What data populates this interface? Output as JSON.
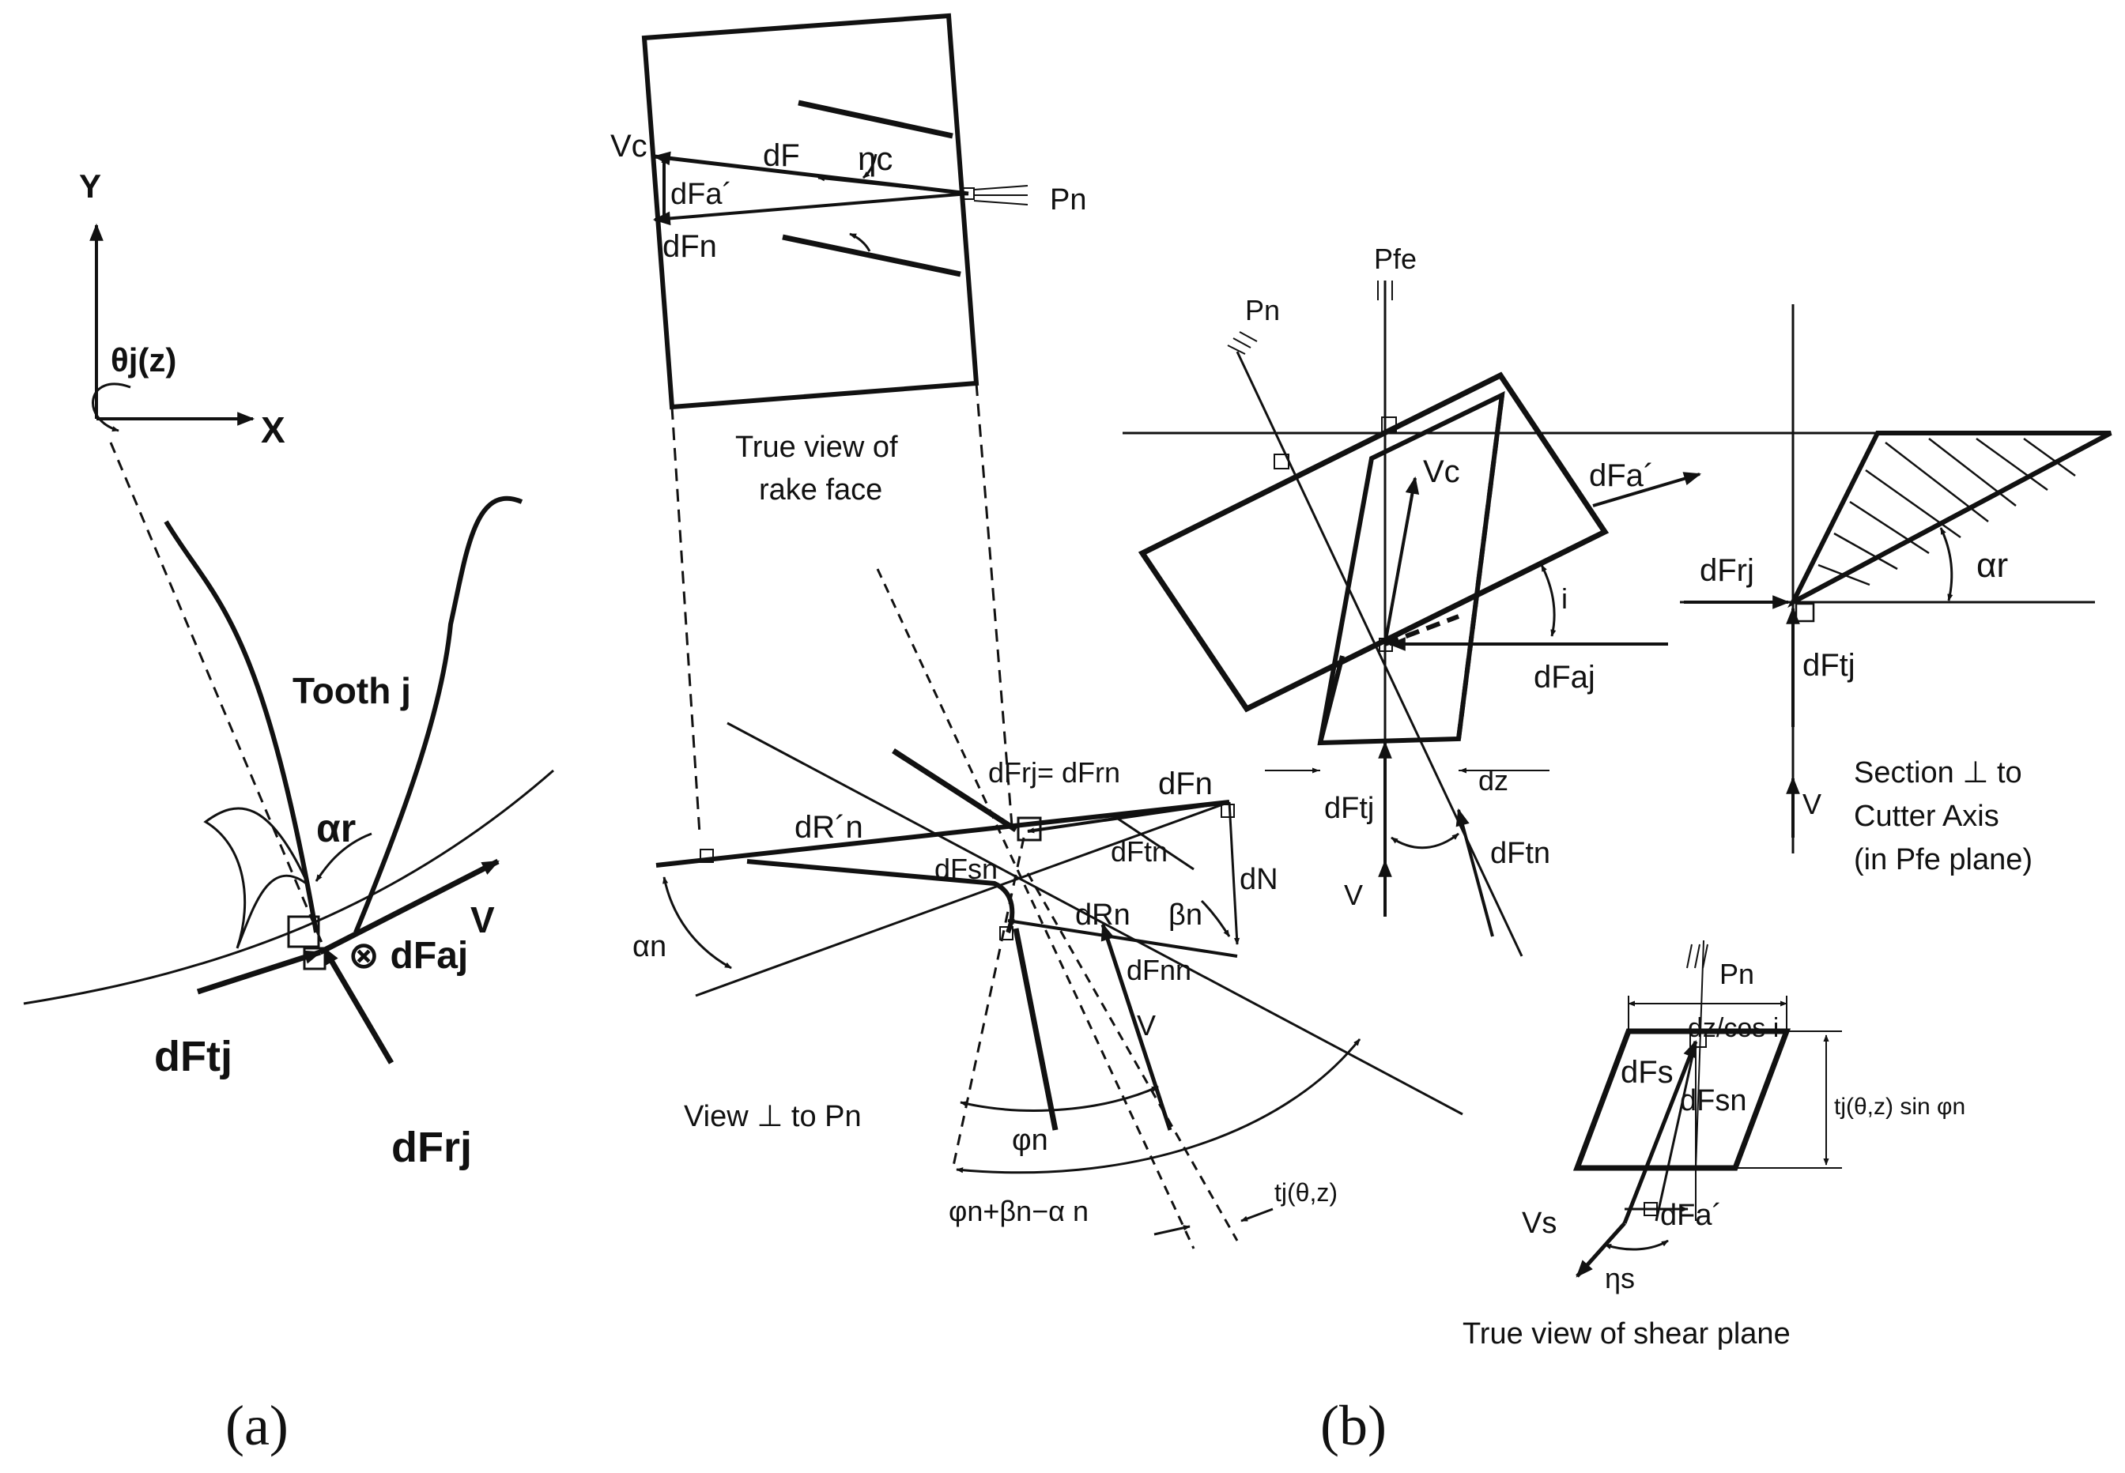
{
  "panel_a": {
    "axis_y": "Y",
    "axis_x": "X",
    "theta": "θj(z)",
    "tooth": "Tooth j",
    "alpha_r": "αr",
    "v": "V",
    "dFaj": "⊗ dFaj",
    "dFtj": "dFtj",
    "dFrj": "dFrj",
    "caption": "(a)"
  },
  "rake_view": {
    "vc": "Vc",
    "dF": "dF",
    "eta_c": "ηc",
    "pn": "Pn",
    "dFa": "dFa´",
    "dFn": "dFn",
    "caption_line1": "True view of",
    "caption_line2": "rake face"
  },
  "normal_view": {
    "dFrj_eq": "dFrj= dFrn",
    "dRn_prime": "dR´n",
    "dFn": "dFn",
    "dFsn": "dFsn",
    "dFtn": "dFtn",
    "dN": "dN",
    "dRn": "dRn",
    "beta_n": "βn",
    "dFnn": "dFnn",
    "alpha_n": "αn",
    "v": "V",
    "phi_n": "φn",
    "angle_sum": "φn+βn−α n",
    "tj": "tj(θ,z)",
    "caption": "View ⊥ to Pn"
  },
  "oblique_view": {
    "pfe": "Pfe",
    "pn": "Pn",
    "vc": "Vc",
    "dFa": "dFa´",
    "i": "i",
    "dFaj": "dFaj",
    "dz": "dz",
    "dFtj": "dFtj",
    "v": "V",
    "dFtn": "dFtn"
  },
  "section_view": {
    "dFrj": "dFrj",
    "alpha_r": "αr",
    "dFtj": "dFtj",
    "v": "V",
    "caption_line1": "Section ⊥ to",
    "caption_line2": "Cutter Axis",
    "caption_line3": "(in Pfe plane)"
  },
  "shear_view": {
    "pn": "Pn",
    "dz_cos": "dz/cos i",
    "dFs": "dFs",
    "dFsn": "dFsn",
    "thickness": "tj(θ,z) sin φn",
    "vs": "Vs",
    "dFa": "dFa´",
    "eta_s": "ηs",
    "caption": "True view of shear plane"
  },
  "caption_b": "(b)"
}
